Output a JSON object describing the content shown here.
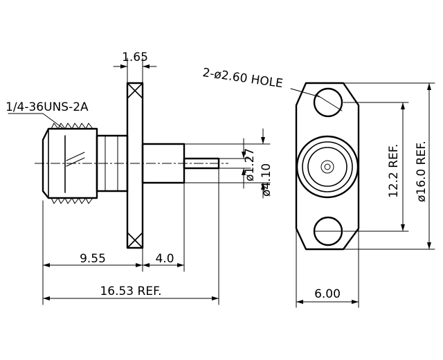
{
  "labels": {
    "flange_thickness": "1.65",
    "thread_spec": "1/4-36UNS-2A",
    "hole_note": "2-ø2.60 HOLE",
    "pin_diameter": "ø1.27",
    "body_diameter": "ø4.10",
    "dim_a": "9.55",
    "dim_b": "4.0",
    "overall_length": "16.53 REF.",
    "hole_spacing": "12.2 REF.",
    "flange_height": "ø16.0 REF.",
    "flange_width": "6.00"
  }
}
